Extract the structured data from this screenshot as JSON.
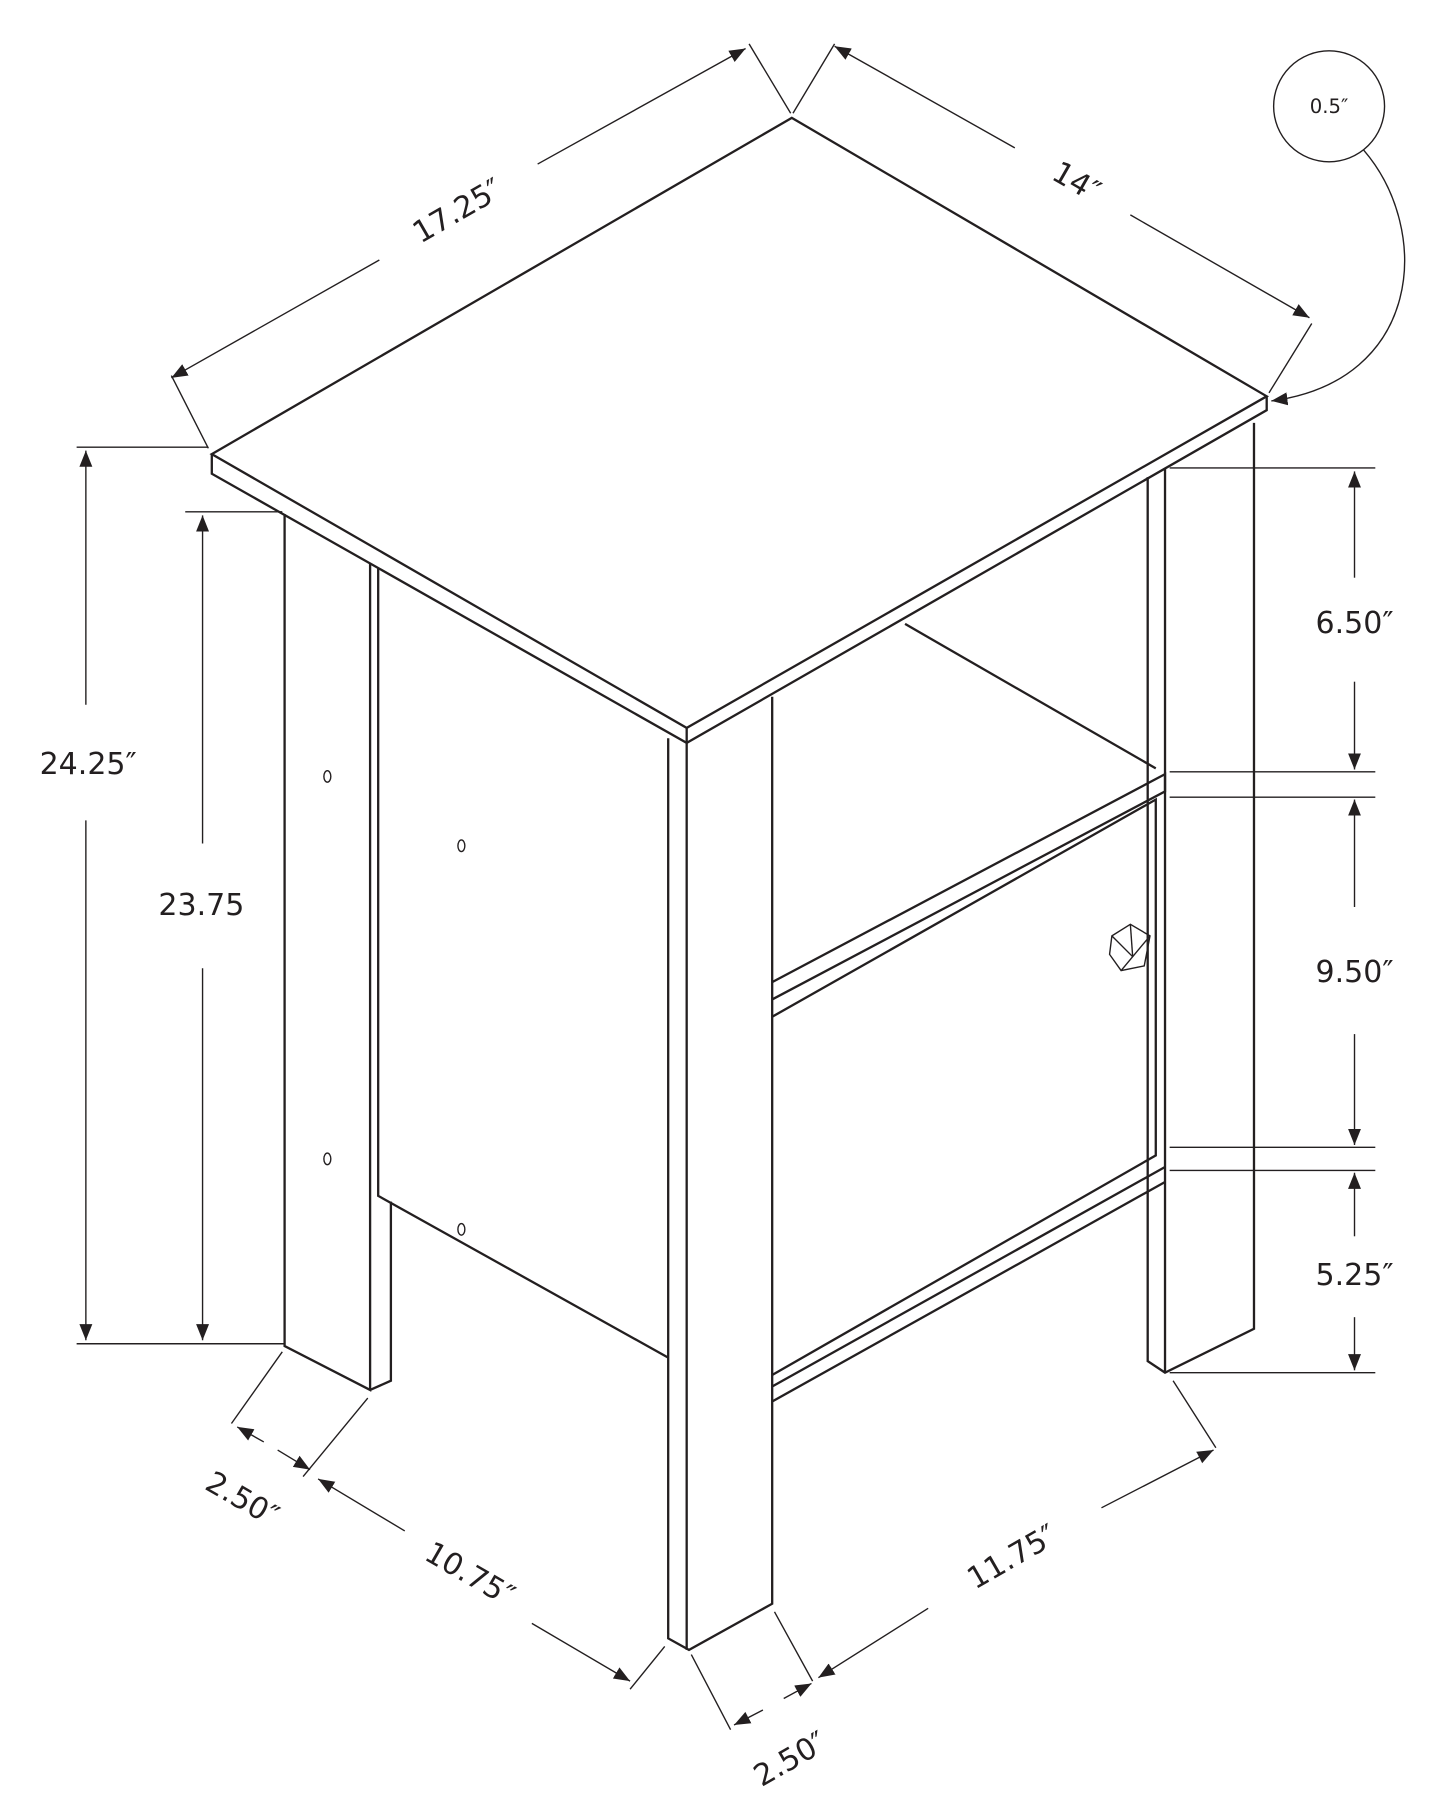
{
  "title": "Accent table dimension drawing",
  "colors": {
    "line": "#231f20",
    "background": "#ffffff"
  },
  "dimensions": {
    "top_depth": "17.25″",
    "top_width": "14″",
    "top_thickness": "0.5″",
    "overall_height": "24.25″",
    "leg_height": "23.75",
    "upper_opening": "6.50″",
    "door_height": "9.50″",
    "bottom_clearance": "5.25″",
    "leg_width_left": "2.50″",
    "side_span": "10.75″",
    "front_span": "11.75″",
    "leg_width_front": "2.50″"
  }
}
